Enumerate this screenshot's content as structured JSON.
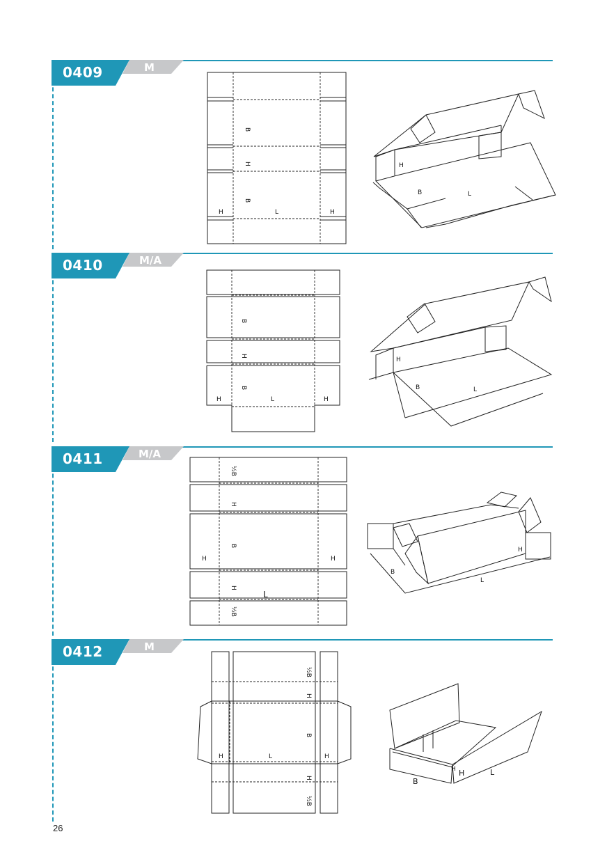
{
  "page_number": "26",
  "labels": {
    "B": "B",
    "H": "H",
    "L": "L",
    "halfB": "½B"
  },
  "sections": [
    {
      "code": "0409",
      "type": "M"
    },
    {
      "code": "0410",
      "type": "M/A"
    },
    {
      "code": "0411",
      "type": "M/A"
    },
    {
      "code": "0412",
      "type": "M"
    }
  ],
  "colors": {
    "accent": "#1f97b7",
    "tag": "#c7c8ca",
    "line": "#222222"
  }
}
